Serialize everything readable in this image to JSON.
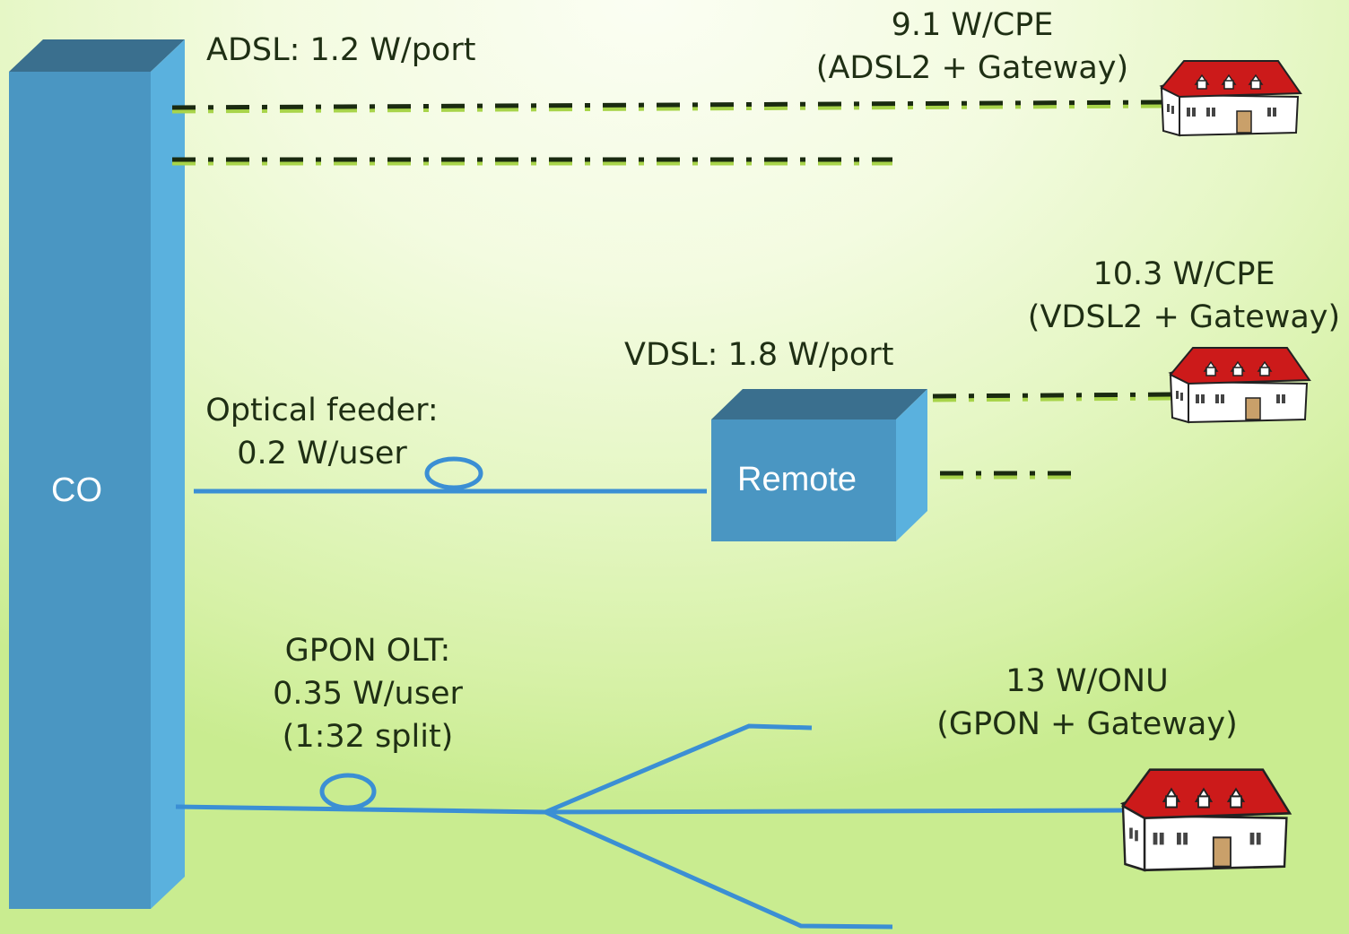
{
  "co": {
    "label": "CO"
  },
  "remote": {
    "label": "Remote"
  },
  "adsl": {
    "port_label": "ADSL: 1.2 W/port",
    "cpe_line1": "9.1 W/CPE",
    "cpe_line2": "(ADSL2 + Gateway)"
  },
  "vdsl": {
    "port_label": "VDSL: 1.8 W/port",
    "cpe_line1": "10.3 W/CPE",
    "cpe_line2": "(VDSL2 + Gateway)"
  },
  "feeder": {
    "line1": "Optical feeder:",
    "line2": "0.2 W/user"
  },
  "gpon": {
    "olt_line1": "GPON OLT:",
    "olt_line2": "0.35 W/user",
    "olt_line3": "(1:32 split)",
    "onu_line1": "13 W/ONU",
    "onu_line2": "(GPON + Gateway)"
  },
  "colors": {
    "box_front": "#4a96c2",
    "box_side": "#5ab1de",
    "box_top": "#3a6f8e",
    "fiber": "#3b8fd4",
    "copper_dark": "#1a2a10",
    "copper_light": "#a8d44a",
    "roof": "#cc1a1a",
    "door": "#c9a06a"
  },
  "icons": [
    "house-icon",
    "fiber-coil-icon"
  ]
}
